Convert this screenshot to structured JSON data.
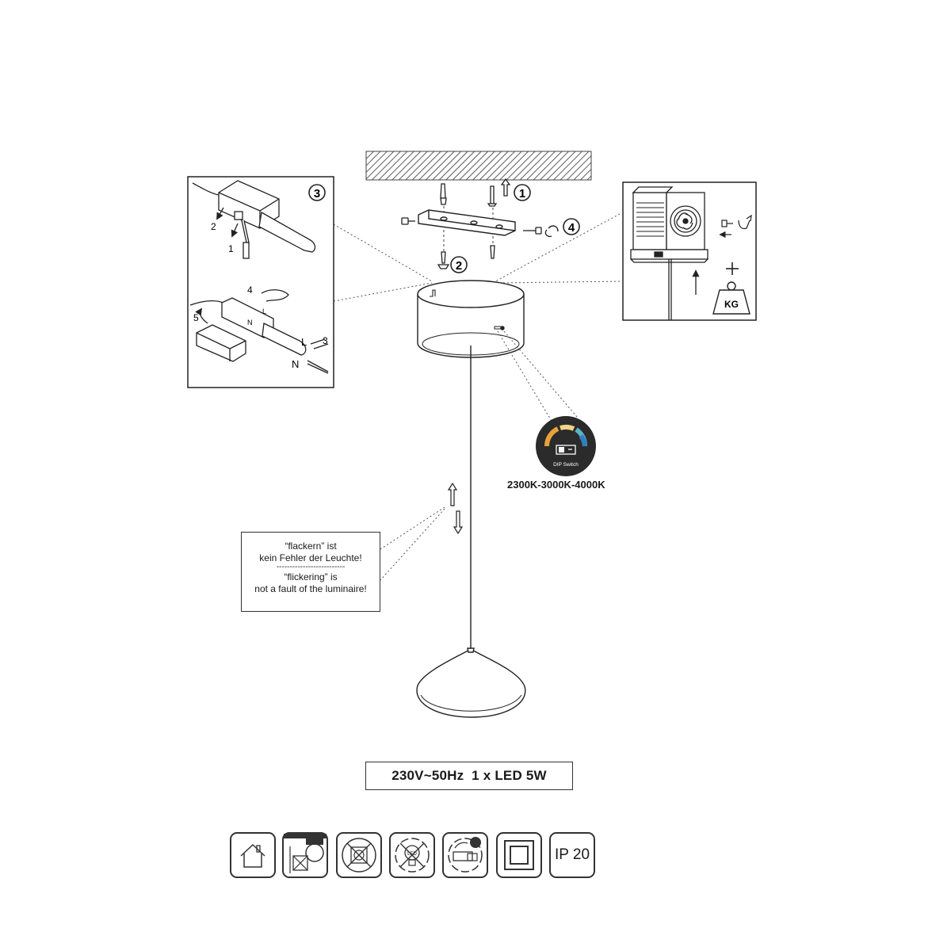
{
  "steps": {
    "s1": "1",
    "s2": "2",
    "s3": "3",
    "s4": "4"
  },
  "wiring": {
    "n2": "2",
    "n1": "1",
    "n4": "4",
    "n5": "5",
    "n3": "3",
    "L_small": "L",
    "N_small": "N",
    "L": "L",
    "N": "N"
  },
  "weight_label": "KG",
  "dip": {
    "badge_text": "DIP Switch",
    "cct": "2300K-3000K-4000K"
  },
  "notice": {
    "line1": "“flackern” ist",
    "line2": "kein Fehler der Leuchte!",
    "divider": "--------------------------",
    "line3": "“flickering” is",
    "line4": "not a fault of the luminaire!"
  },
  "spec": "230V~50Hz  1 x LED 5W",
  "icons": [
    {
      "name": "indoor-use-icon"
    },
    {
      "name": "replaceable-bulb-icon"
    },
    {
      "name": "no-dimmer-icon"
    },
    {
      "name": "non-replaceable-led-icon"
    },
    {
      "name": "driver-replaceable-icon"
    },
    {
      "name": "protection-class-2-icon"
    },
    {
      "name": "ip-rating-icon",
      "label": "IP 20"
    }
  ],
  "colors": {
    "dip_orange": "#e9a23b",
    "dip_blue": "#2f7fc1",
    "dip_teal": "#5bb3c9",
    "badge_dark": "#2b2b2b"
  }
}
